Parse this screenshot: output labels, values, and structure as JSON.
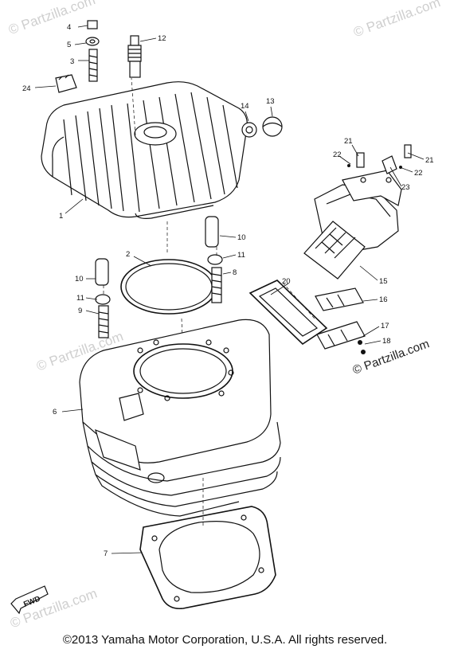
{
  "watermarks": {
    "top_left": "© Partzilla.com",
    "top_right": "© Partzilla.com",
    "mid_left": "© Partzilla.com",
    "right": "© Partzilla.com",
    "bottom_left": "© Partzilla.com"
  },
  "callouts": {
    "c1": "1",
    "c2": "2",
    "c3": "3",
    "c4": "4",
    "c5": "5",
    "c6": "6",
    "c7": "7",
    "c8": "8",
    "c9": "9",
    "c10a": "10",
    "c10b": "10",
    "c11a": "11",
    "c11b": "11",
    "c12": "12",
    "c13": "13",
    "c14": "14",
    "c15": "15",
    "c16": "16",
    "c17": "17",
    "c18": "18",
    "c20": "20",
    "c21a": "21",
    "c21b": "21",
    "c22a": "22",
    "c22b": "22",
    "c23": "23",
    "c24": "24"
  },
  "fwd_label": "FWD",
  "copyright": "©2013 Yamaha Motor Corporation, U.S.A. All rights reserved."
}
